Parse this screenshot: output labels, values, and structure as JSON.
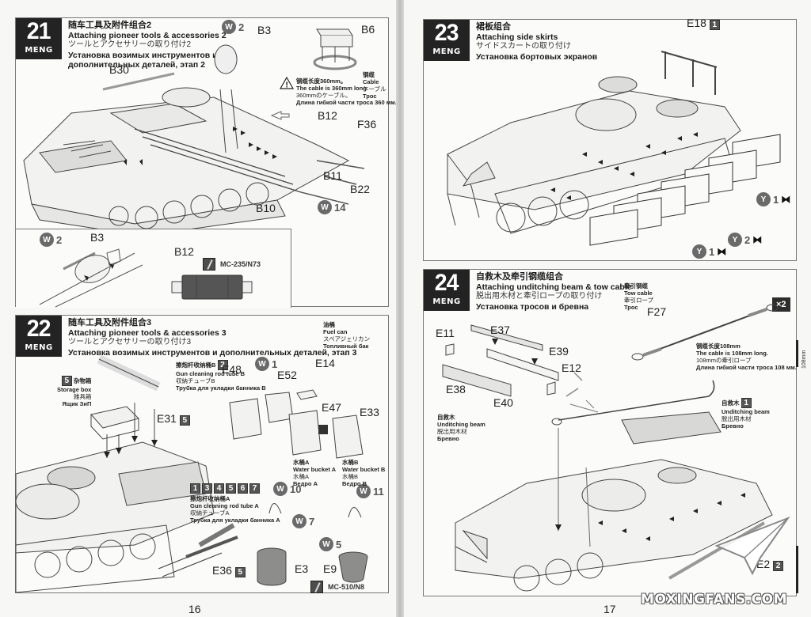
{
  "brand": "MENG",
  "pages": {
    "left_number": "16",
    "right_number": "17"
  },
  "step21": {
    "number": "21",
    "title_cn": "随车工具及附件组合2",
    "title_en": "Attaching pioneer tools & accessories 2",
    "title_jp": "ツールとアクセサリーの取り付け2",
    "title_ru_1": "Установка возимых инструментов и",
    "title_ru_2": "дополнительных деталей, этап 2",
    "parts": [
      "B30",
      "B3",
      "B6",
      "B12",
      "F36",
      "B11",
      "B22",
      "B10"
    ],
    "wire_badges": [
      {
        "letter": "W",
        "count": "2"
      },
      {
        "letter": "W",
        "count": "14"
      }
    ],
    "cable_note": {
      "label_cn": "钢缆",
      "label_en": "Cable",
      "label_jp": "ケーブル",
      "label_ru": "Трос"
    },
    "warning": {
      "cn": "钢缆长度360mm。",
      "en": "The cable is 360mm long.",
      "jp": "360mmのケーブル。",
      "ru": "Длина гибкой части троса 360 мм."
    },
    "inset": {
      "wire_badge": {
        "letter": "W",
        "count": "2"
      },
      "part_b3": "B3",
      "part_b12": "B12",
      "paint": "MC-235/N73"
    }
  },
  "step22": {
    "number": "22",
    "title_cn": "随车工具及附件组合3",
    "title_en": "Attaching pioneer tools & accessories 3",
    "title_jp": "ツールとアクセサリーの取り付け3",
    "title_ru": "Установка возимых инструментов и дополнительных деталей, этап 3",
    "fuel_can": {
      "cn": "油桶",
      "en": "Fuel can",
      "jp": "スペアジェリカン",
      "ru": "Топливный бак"
    },
    "storage_box": {
      "num": "5",
      "cn": "杂物箱",
      "en": "Storage box",
      "jp": "雑具箱",
      "ru": "Ящик ЗиП"
    },
    "rod_tube_b": {
      "cn": "擦炮杆收纳桶B",
      "num": "2",
      "en": "Gun cleaning rod tube B",
      "jp": "収納チューブB",
      "ru": "Трубка для укладки банника B"
    },
    "rod_tube_a": {
      "nums": [
        "1",
        "3",
        "4",
        "5",
        "6",
        "7"
      ],
      "cn": "擦炮杆收纳桶A",
      "en": "Gun cleaning rod tube A",
      "jp": "収納チューブA",
      "ru": "Трубка для укладки банника A"
    },
    "bucket_a": {
      "cn": "水桶A",
      "en": "Water bucket A",
      "jp": "水桶A",
      "ru": "Ведро A"
    },
    "bucket_b": {
      "cn": "水桶B",
      "en": "Water bucket B",
      "jp": "水桶B",
      "ru": "Ведро B"
    },
    "parts": [
      "E48",
      "E52",
      "E14",
      "E47",
      "E33",
      "E31",
      "E36",
      "E3",
      "E9"
    ],
    "e31_num": "5",
    "e36_num": "5",
    "wire_badges": [
      {
        "letter": "W",
        "count": "1"
      },
      {
        "letter": "W",
        "count": "10"
      },
      {
        "letter": "W",
        "count": "11"
      },
      {
        "letter": "W",
        "count": "7"
      },
      {
        "letter": "W",
        "count": "5"
      }
    ],
    "paint": "MC-510/N8"
  },
  "step23": {
    "number": "23",
    "title_cn": "裙板组合",
    "title_en": "Attaching side skirts",
    "title_jp": "サイドスカートの取り付け",
    "title_ru": "Установка бортовых экранов",
    "part_e18": "E18",
    "e18_num": "1",
    "y_badges": [
      {
        "letter": "Y",
        "count": "1"
      },
      {
        "letter": "Y",
        "count": "2"
      },
      {
        "letter": "Y",
        "count": "1"
      }
    ]
  },
  "step24": {
    "number": "24",
    "title_cn": "自救木及牵引钢缆组合",
    "title_en": "Attaching unditching beam & tow cable",
    "title_jp": "脱出用木材と牽引ロープの取り付け",
    "title_ru": "Установка тросов и бревна",
    "tow_cable": {
      "cn": "牵引钢缆",
      "en": "Tow cable",
      "jp": "牽引ロープ",
      "ru": "Трос"
    },
    "part_f27": "F27",
    "multiplier": "×2",
    "cable_note": {
      "cn": "钢缆长度108mm",
      "en": "The cable is 108mm long.",
      "jp": "108mmの牽引ロープ",
      "ru": "Длина гибкой части троса 108 мм."
    },
    "ruler_label": "108mm",
    "parts": [
      "E11",
      "E37",
      "E39",
      "E12",
      "E38",
      "E40",
      "E2"
    ],
    "beam_left": {
      "cn": "自救木",
      "en": "Unditching beam",
      "jp": "脱出用木材",
      "ru": "Бревно"
    },
    "beam_right": {
      "cn": "自救木",
      "num": "1",
      "en": "Unditching beam",
      "jp": "脱出用木材",
      "ru": "Бревно"
    },
    "e2_num": "2"
  },
  "watermark": "MOXINGFANS.COM"
}
